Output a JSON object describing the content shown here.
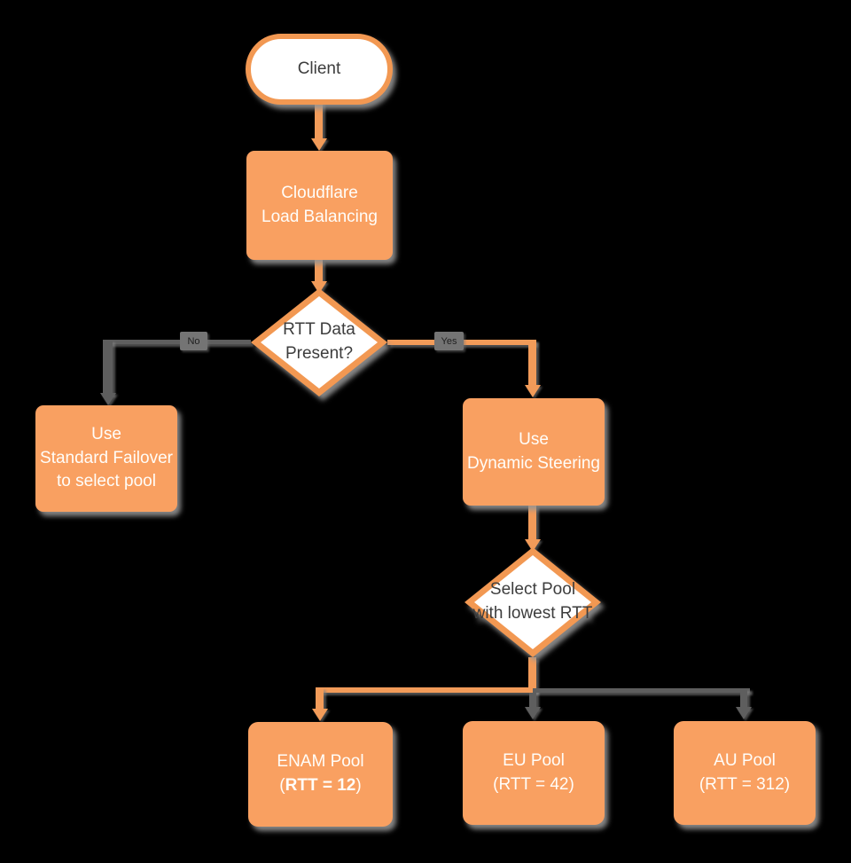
{
  "diagram": {
    "title": "Cloudflare Load Balancing dynamic steering flowchart",
    "colors": {
      "background": "#000000",
      "node_fill_orange": "#F9A061",
      "node_border_orange": "#F29852",
      "connector_orange": "#F29B59",
      "connector_gray": "#5E5E5E",
      "text_dark": "#3D3D3D",
      "text_light": "#FFFFFF",
      "edge_badge_bg": "#747474"
    },
    "nodes": {
      "client": {
        "type": "terminator",
        "label": "Client"
      },
      "load_balancer": {
        "type": "process",
        "line1": "Cloudflare",
        "line2": "Load Balancing"
      },
      "rtt_decision": {
        "type": "decision",
        "line1": "RTT Data",
        "line2": "Present?"
      },
      "standard_failover": {
        "type": "process",
        "line1": "Use",
        "line2": "Standard Failover",
        "line3": "to select pool"
      },
      "dynamic_steering": {
        "type": "process",
        "line1": "Use",
        "line2": "Dynamic Steering"
      },
      "select_pool": {
        "type": "decision",
        "line1": "Select Pool",
        "line2": "with lowest RTT"
      },
      "enam_pool": {
        "type": "process",
        "line1": "ENAM Pool",
        "line2_open": "(",
        "line2_bold": "RTT = 12",
        "line2_close": ")"
      },
      "eu_pool": {
        "type": "process",
        "line1": "EU Pool",
        "line2": "(RTT = 42)"
      },
      "au_pool": {
        "type": "process",
        "line1": "AU Pool",
        "line2": "(RTT = 312)"
      }
    },
    "edge_labels": {
      "no": "No",
      "yes": "Yes"
    }
  }
}
